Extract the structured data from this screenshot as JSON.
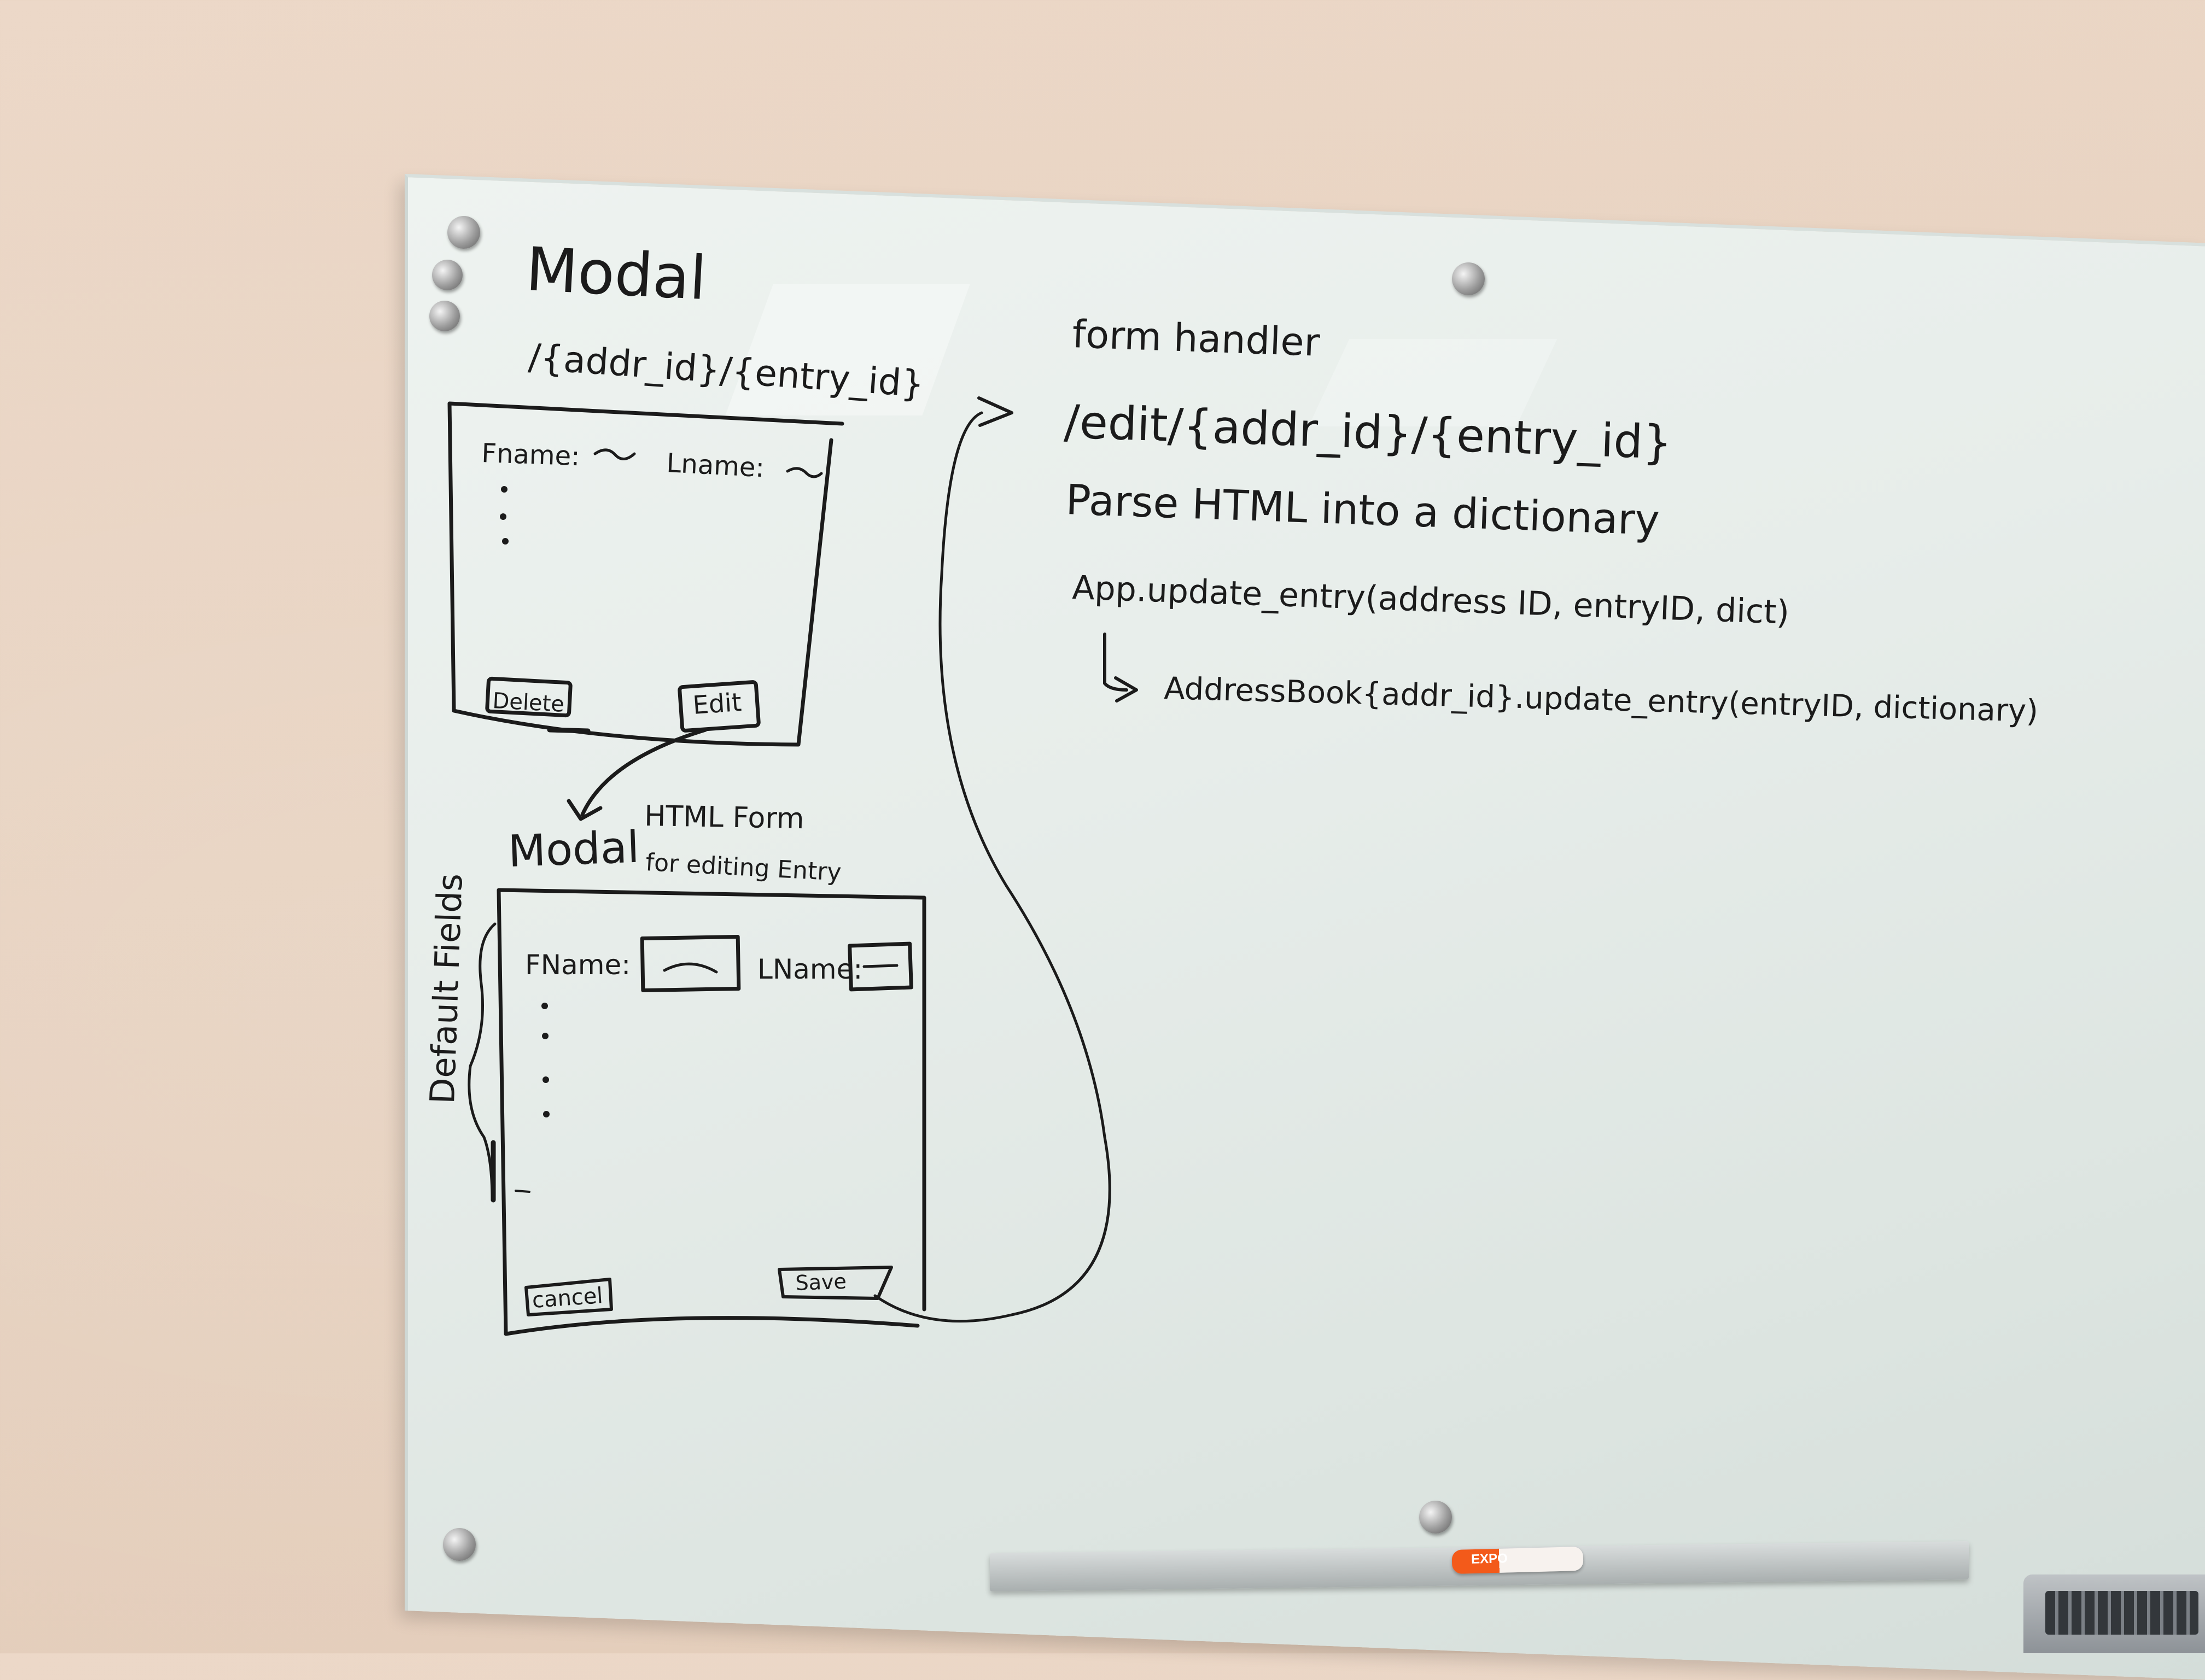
{
  "whiteboard": {
    "modal_title": "Modal",
    "modal_route": "/{addr_id}/{entry_id}",
    "view_modal": {
      "fname_label": "Fname:",
      "lname_label": "Lname:",
      "delete_button": "Delete",
      "edit_button": "Edit"
    },
    "edit_modal": {
      "title": "Modal",
      "caption_line1": "HTML Form",
      "caption_line2": "for editing Entry",
      "side_label": "Default Fields",
      "fname_label": "FName:",
      "lname_label": "LName:",
      "cancel_button": "cancel",
      "save_button": "Save"
    },
    "form_handler": {
      "title": "form handler",
      "route": "/edit/{addr_id}/{entry_id}",
      "step_parse": "Parse HTML into a dictionary",
      "step_app": "App.update_entry(address ID, entryID, dict)",
      "step_book": "AddressBook{addr_id}.update_entry(entryID, dictionary)"
    }
  },
  "marker_brand": "EXPO",
  "colors": {
    "ink": "#1b1b1b",
    "marker_cap": "#f35a1a",
    "wall": "#e7d2c0",
    "board": "#e7edea"
  }
}
